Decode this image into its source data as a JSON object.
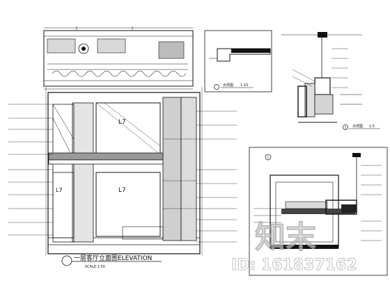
{
  "drawing": {
    "main_title": "一层客厅立面图ELEVATION",
    "main_scale": "SCALE:1:50",
    "main_index": "",
    "detail_a_label": "大样图",
    "detail_a_scale": "1:10",
    "detail_b_label": "大样图",
    "detail_b_scale": "1:5",
    "detail_b_index": "1",
    "detail_c_index": "1",
    "window_mark_1": "L7",
    "window_mark_2": "L7",
    "window_mark_3": "L7"
  },
  "watermark": {
    "logo_text": "知末",
    "id_text": "ID: 161837162"
  }
}
